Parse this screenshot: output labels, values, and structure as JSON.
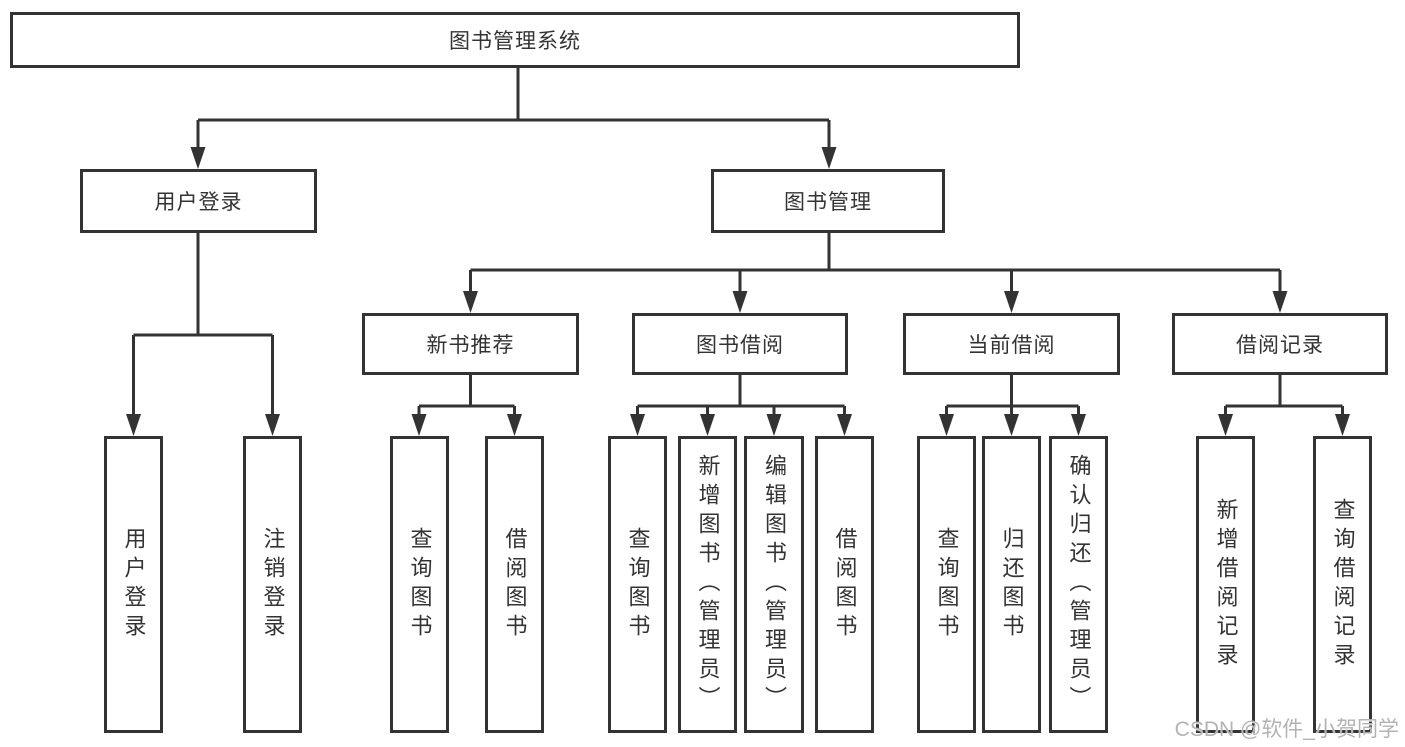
{
  "diagram": {
    "root": {
      "label": "图书管理系统"
    },
    "level2": [
      {
        "label": "用户登录",
        "children": [
          {
            "label": "用户登录"
          },
          {
            "label": "注销登录"
          }
        ]
      },
      {
        "label": "图书管理",
        "children": [
          {
            "label": "新书推荐",
            "children": [
              {
                "label": "查询图书"
              },
              {
                "label": "借阅图书"
              }
            ]
          },
          {
            "label": "图书借阅",
            "children": [
              {
                "label": "查询图书"
              },
              {
                "label": "新增图书（管理员）"
              },
              {
                "label": "编辑图书（管理员）"
              },
              {
                "label": "借阅图书"
              }
            ]
          },
          {
            "label": "当前借阅",
            "children": [
              {
                "label": "查询图书"
              },
              {
                "label": "归还图书"
              },
              {
                "label": "确认归还（管理员）"
              }
            ]
          },
          {
            "label": "借阅记录",
            "children": [
              {
                "label": "新增借阅记录"
              },
              {
                "label": "查询借阅记录"
              }
            ]
          }
        ]
      }
    ]
  },
  "watermark": {
    "text": "CSDN @软件_小贺同学"
  },
  "colors": {
    "line": "#333333",
    "box_border": "#333333",
    "text": "#333333",
    "background": "#ffffff",
    "watermark": "#b3b3b3"
  }
}
